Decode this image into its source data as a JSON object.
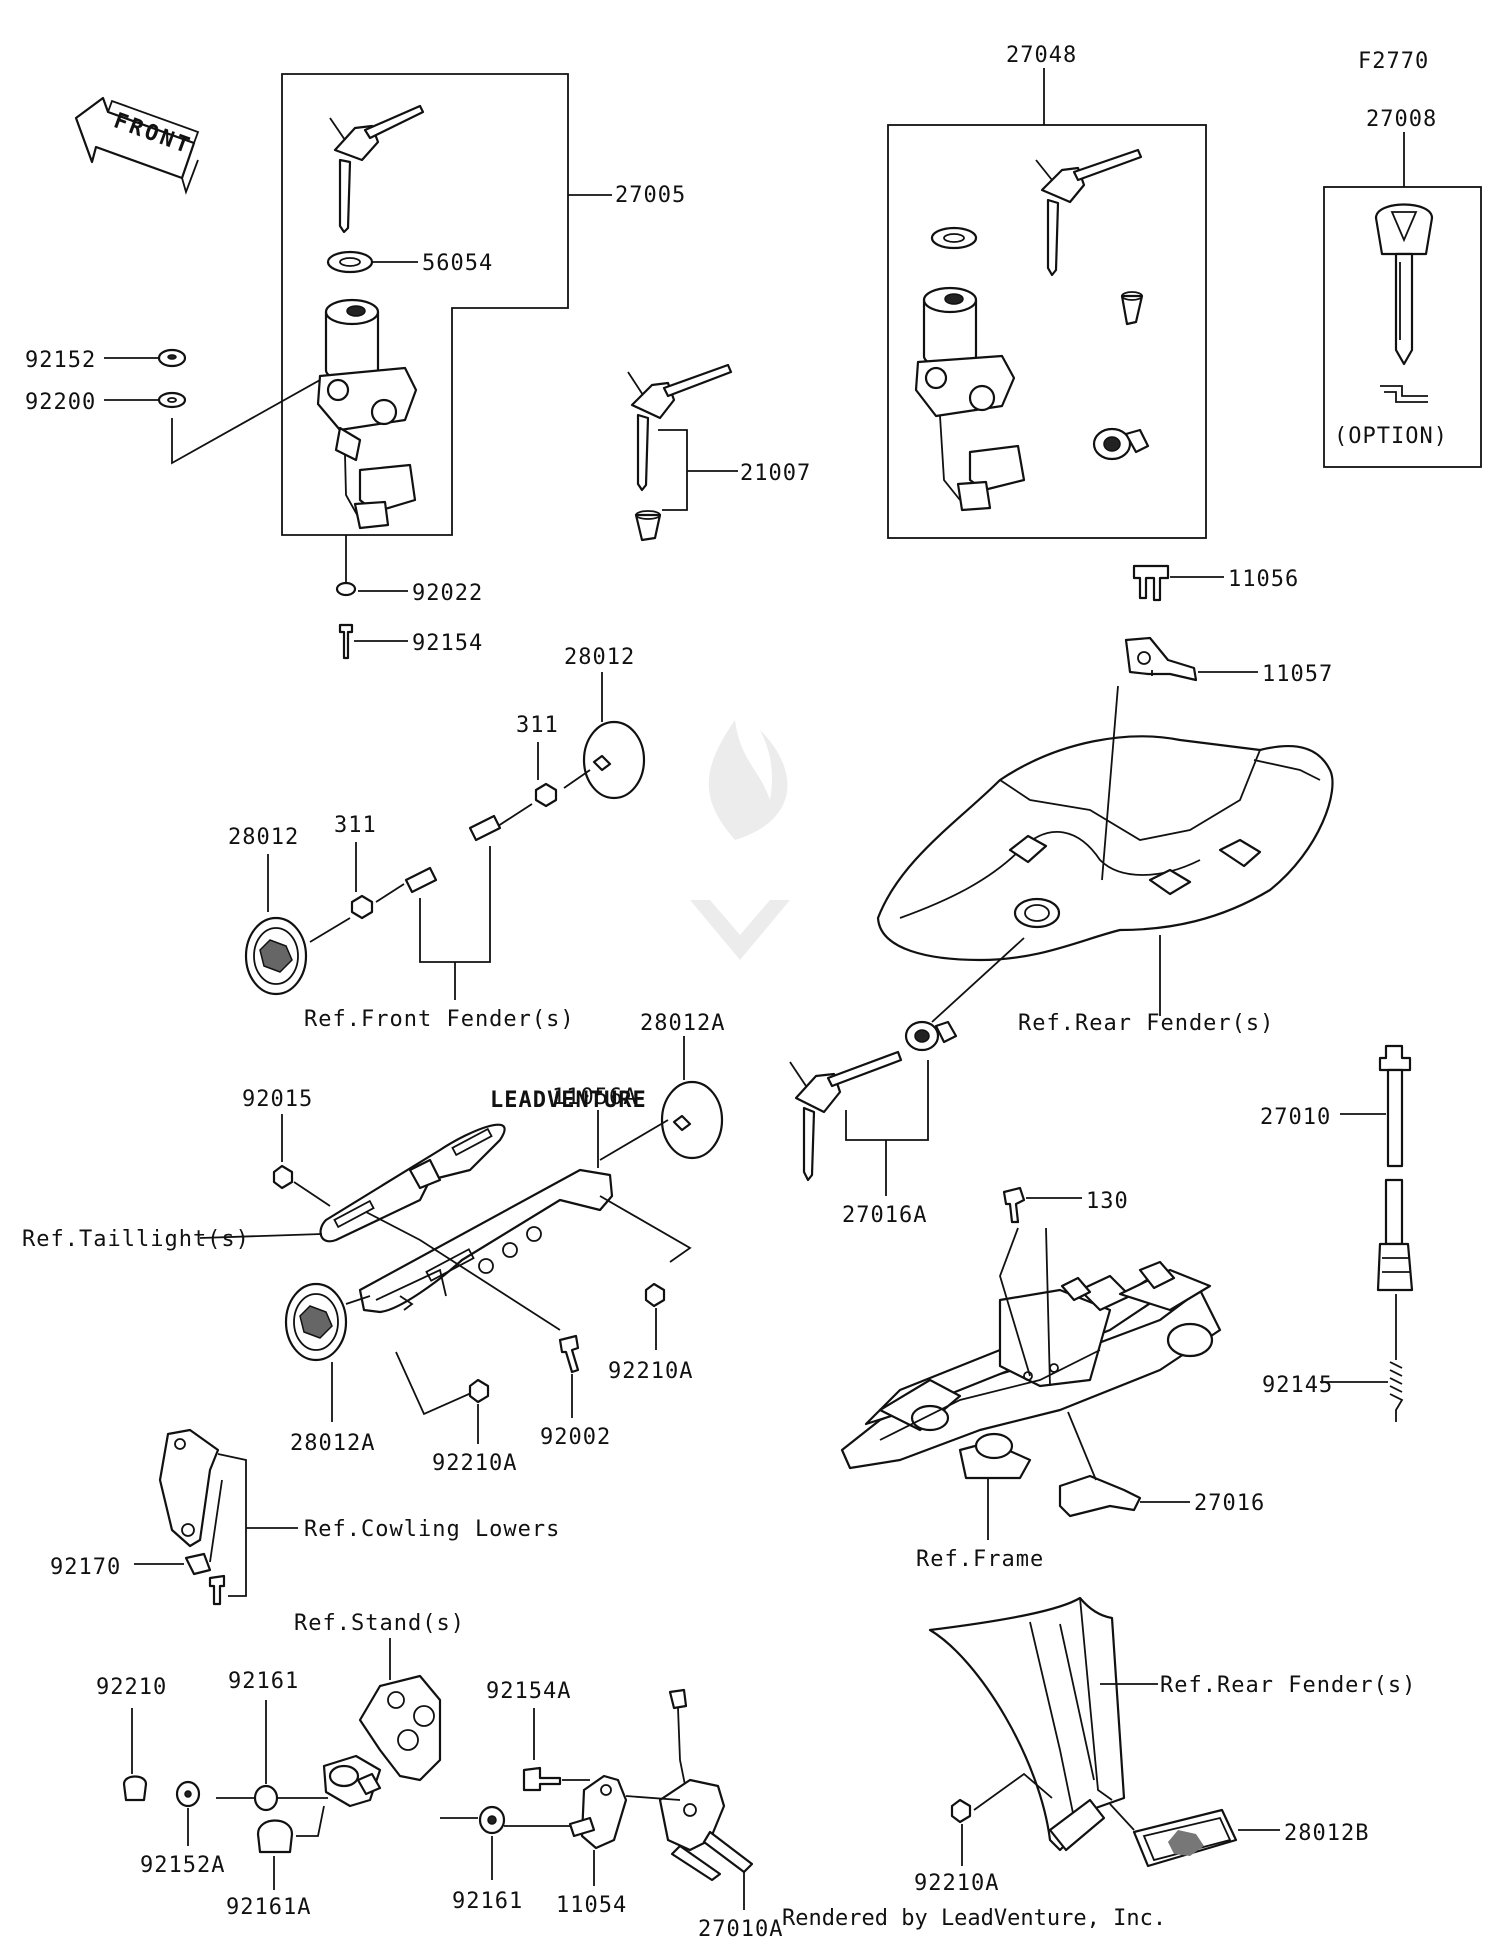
{
  "figure_code": "F2770",
  "front_label": "FRONT",
  "option_label": "(OPTION)",
  "watermark": "LEADVENTURE",
  "footer": "Rendered by LeadVenture, Inc.",
  "parts": {
    "p27005": "27005",
    "p56054": "56054",
    "p92152": "92152",
    "p92200": "92200",
    "p92022": "92022",
    "p92154": "92154",
    "p21007": "21007",
    "p27048": "27048",
    "p27008": "27008",
    "p11056": "11056",
    "p11057": "11057",
    "p28012_top": "28012",
    "p311_top": "311",
    "p311_left": "311",
    "p28012_left": "28012",
    "p27016A": "27016A",
    "p28012A_top": "28012A",
    "p92015": "92015",
    "p11056A": "11056A",
    "p92210A_mid": "92210A",
    "p92002": "92002",
    "p92210A_low": "92210A",
    "p28012A_low": "28012A",
    "p130": "130",
    "p27010": "27010",
    "p92145": "92145",
    "p27016": "27016",
    "p92170": "92170",
    "p92210": "92210",
    "p92161_top": "92161",
    "p92152A": "92152A",
    "p92161A": "92161A",
    "p92154A": "92154A",
    "p92161_low": "92161",
    "p11054": "11054",
    "p27010A": "27010A",
    "p92210A_right": "92210A",
    "p28012B": "28012B"
  },
  "refs": {
    "front_fender": "Ref.Front Fender(s)",
    "rear_fender_top": "Ref.Rear Fender(s)",
    "taillight": "Ref.Taillight(s)",
    "cowling_lowers": "Ref.Cowling Lowers",
    "frame": "Ref.Frame",
    "stand": "Ref.Stand(s)",
    "rear_fender_low": "Ref.Rear Fender(s)"
  }
}
